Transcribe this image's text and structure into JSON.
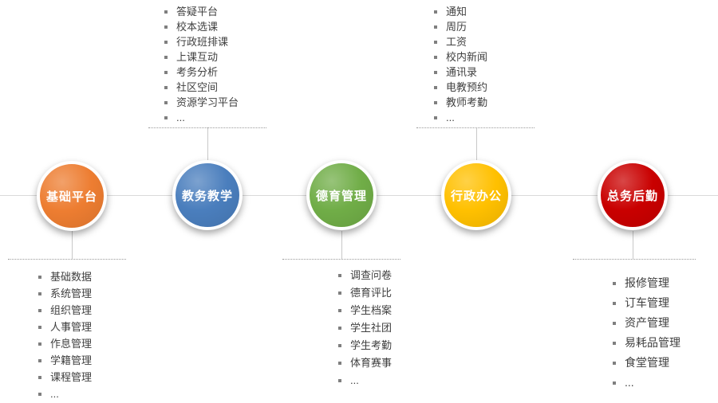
{
  "diagram": {
    "axis_color": "#d9d9d9",
    "nodes": [
      {
        "label": "基础平台",
        "color": "#ed7d31",
        "branch": "below",
        "items": [
          "基础数据",
          "系统管理",
          "组织管理",
          "人事管理",
          "作息管理",
          "学籍管理",
          "课程管理",
          "..."
        ]
      },
      {
        "label": "教务教学",
        "color": "#4a7ebd",
        "branch": "above",
        "items": [
          "答疑平台",
          "校本选课",
          "行政班排课",
          "上课互动",
          "考务分析",
          "社区空间",
          "资源学习平台",
          "..."
        ]
      },
      {
        "label": "德育管理",
        "color": "#70ad47",
        "branch": "below",
        "items": [
          "调查问卷",
          "德育评比",
          "学生档案",
          "学生社团",
          "学生考勤",
          "体育赛事",
          "..."
        ]
      },
      {
        "label": "行政办公",
        "color": "#ffc000",
        "branch": "above",
        "items": [
          "通知",
          "周历",
          "工资",
          "校内新闻",
          "通讯录",
          "电教预约",
          "教师考勤",
          "..."
        ]
      },
      {
        "label": "总务后勤",
        "color": "#c90000",
        "branch": "below",
        "items": [
          "报修管理",
          "订车管理",
          "资产管理",
          "易耗品管理",
          "食堂管理",
          "..."
        ]
      }
    ]
  }
}
